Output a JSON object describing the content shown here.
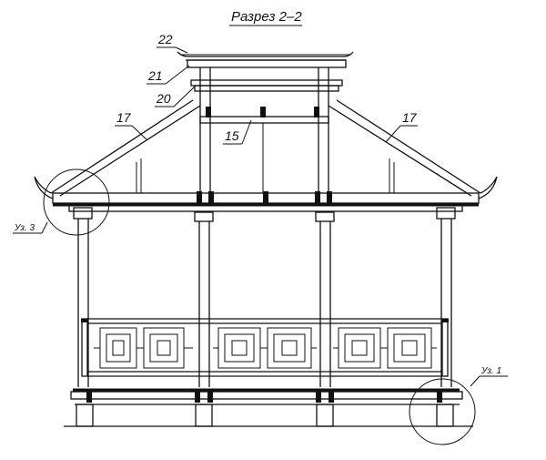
{
  "drawing": {
    "title": "Разрез 2–2",
    "labels": {
      "l22": "22",
      "l21": "21",
      "l20": "20",
      "l17_left": "17",
      "l17_right": "17",
      "l15": "15"
    },
    "knots": {
      "left": "Уз. 3",
      "right": "Уз. 1"
    }
  },
  "colors": {
    "line": "#111111",
    "background": "#ffffff"
  }
}
